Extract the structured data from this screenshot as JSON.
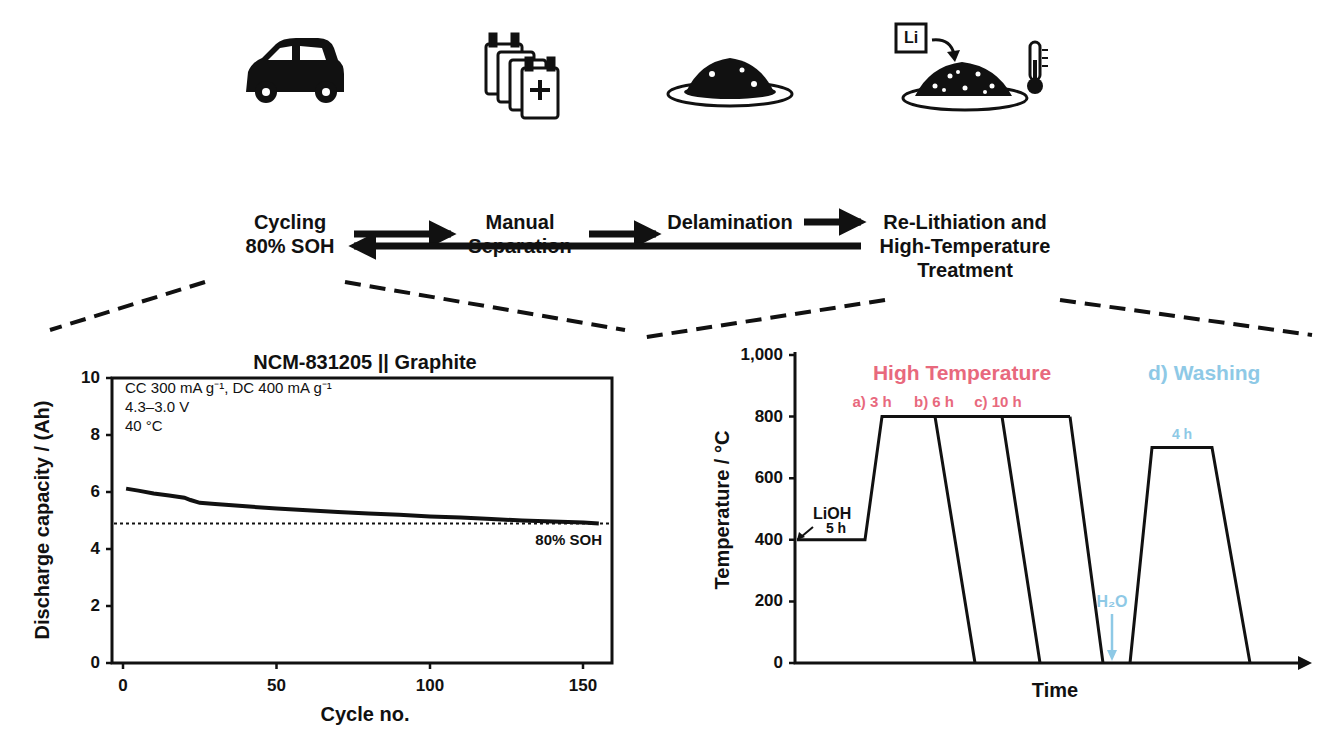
{
  "diagram": {
    "nodes": [
      {
        "text": [
          "Cycling 80% SOH"
        ]
      },
      {
        "text": [
          "Manual Separation"
        ]
      },
      {
        "text": [
          "Delamination"
        ]
      },
      {
        "text": [
          "Re-Lithiation and High-Temperature Treatment"
        ]
      }
    ],
    "edges": [
      {
        "from": 0,
        "to": 1,
        "arrow": "to"
      },
      {
        "from": 1,
        "to": 2,
        "arrow": "to"
      },
      {
        "from": 2,
        "to": 3,
        "arrow": "to"
      },
      {
        "from": 3,
        "to": 0,
        "arrow": "to"
      }
    ],
    "labels": [
      "Li",
      "NCM-831205 || Graphite",
      "CC 300 mA g⁻¹, DC 400 mA g⁻¹",
      "4.3–3.0 V",
      "40 °C",
      "80% SOH",
      "Discharge capacity / (Ah)",
      "0",
      "2",
      "4",
      "6",
      "8",
      "10",
      "0",
      "50",
      "100",
      "150",
      "Cycle no.",
      "Temperature / °C",
      "0",
      "200",
      "400",
      "600",
      "800",
      "1,000",
      "Time",
      "LiOH",
      "5 h",
      "High Temperature",
      "a) 3 h",
      "b) 6 h",
      "c) 10 h",
      "d) Washing",
      "H₂O",
      "4 h"
    ]
  }
}
